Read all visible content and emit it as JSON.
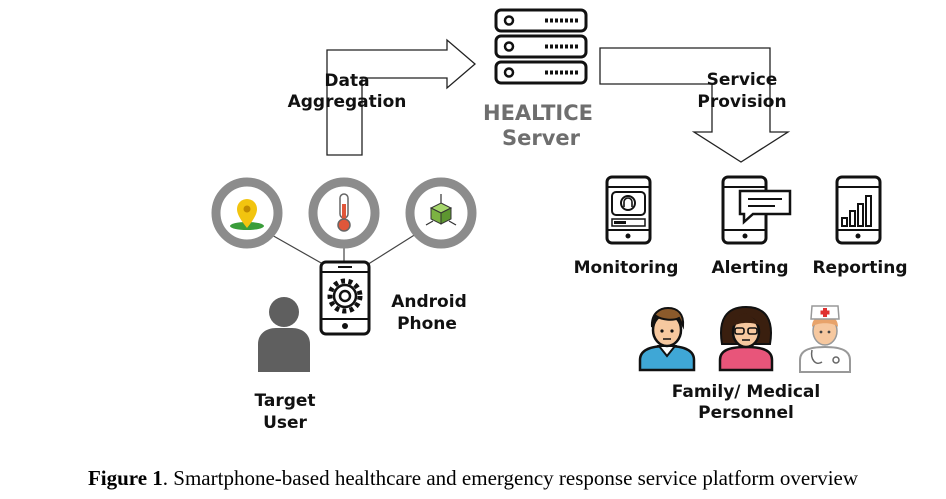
{
  "server": {
    "line1": "HEALTICE",
    "line2": "Server"
  },
  "flows": {
    "data_aggregation": {
      "line1": "Data",
      "line2": "Aggregation"
    },
    "service_provision": {
      "line1": "Service",
      "line2": "Provision"
    }
  },
  "phone_label": {
    "line1": "Android",
    "line2": "Phone"
  },
  "user_label": {
    "line1": "Target",
    "line2": "User"
  },
  "services": [
    "Monitoring",
    "Alerting",
    "Reporting"
  ],
  "recipients_label": {
    "line1": "Family/ Medical",
    "line2": "Personnel"
  },
  "caption": {
    "prefix": "Figure 1",
    "text": ". Smartphone-based healthcare and emergency response service platform overview"
  },
  "colors": {
    "ring": "#8c8c8c",
    "server_text": "#6e6e6e",
    "pin": "#f2c40f",
    "thermo": "#e0563a",
    "cube": "#8bc34a"
  }
}
